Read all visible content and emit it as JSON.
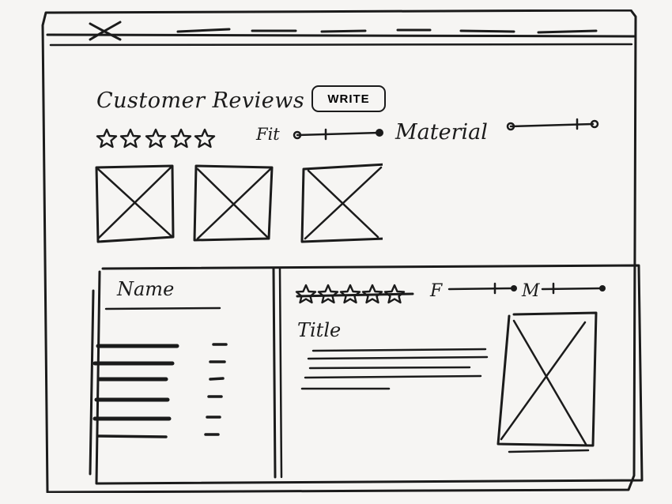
{
  "reviews": {
    "title": "Customer Reviews",
    "write_label": "WRITE",
    "summary_rating": 5,
    "fit_label": "Fit",
    "material_label": "Material"
  },
  "review": {
    "name_label": "Name",
    "rating": 5,
    "fit_label": "F",
    "material_label": "M",
    "title_label": "Title"
  },
  "icons": {
    "close": "close-icon",
    "star": "star-icon",
    "image": "image-placeholder-icon"
  },
  "colors": {
    "ink": "#1b1b1b",
    "paper": "#f6f5f3"
  }
}
